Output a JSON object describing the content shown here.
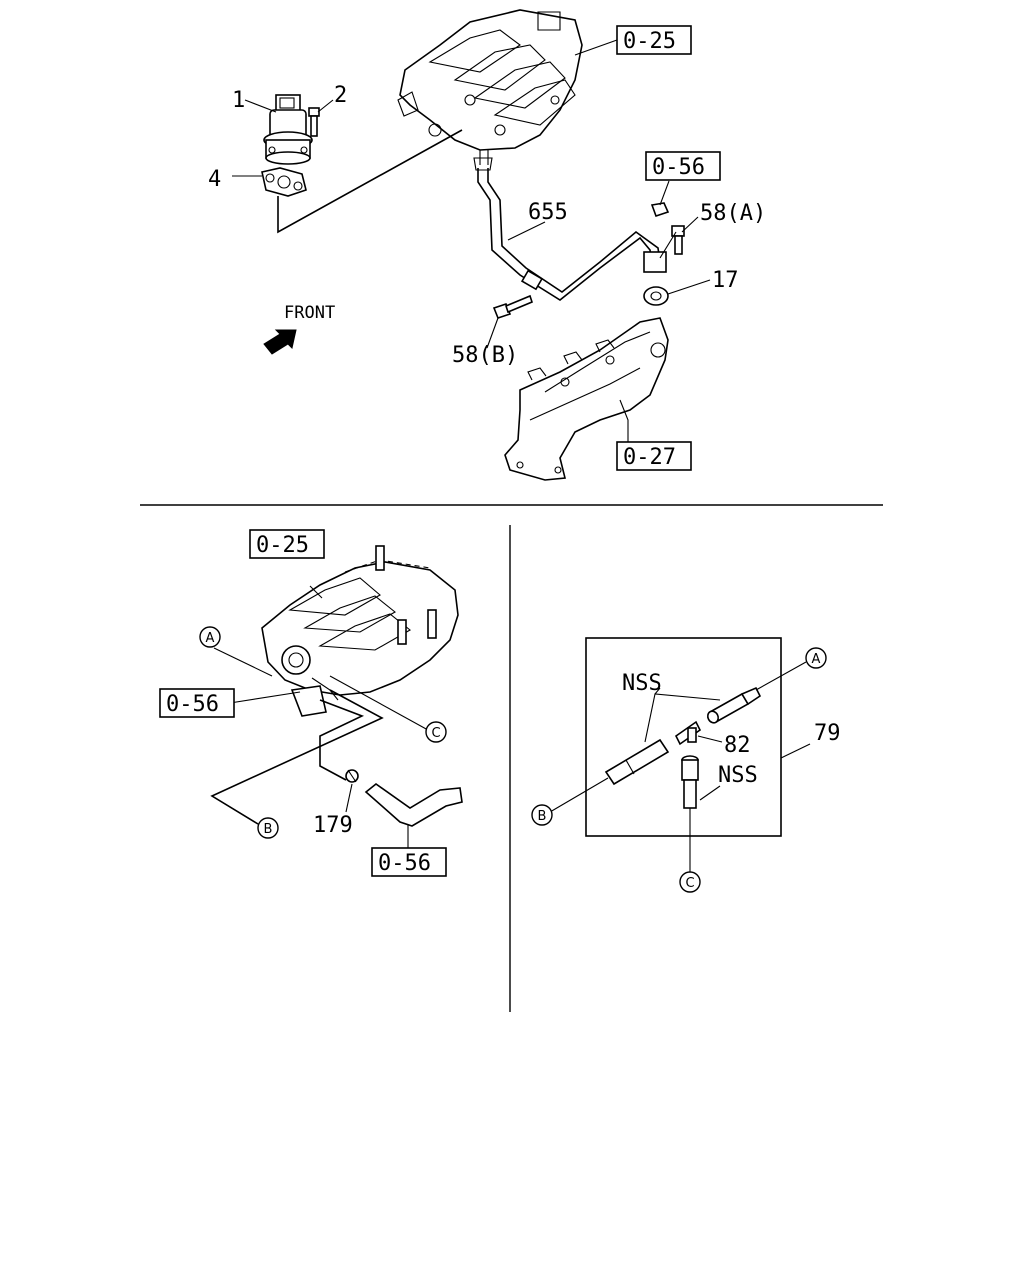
{
  "top_section": {
    "callouts": {
      "c1": "1",
      "c2": "2",
      "c4": "4",
      "c655": "655",
      "c58a": "58(A)",
      "c17": "17",
      "c58b": "58(B)"
    },
    "refs": {
      "r025": "0-25",
      "r056": "0-56",
      "r027": "0-27"
    },
    "front_label": "FRONT"
  },
  "bottom_left": {
    "refs": {
      "r025": "0-25",
      "r056a": "0-56",
      "r056b": "0-56"
    },
    "callouts": {
      "c179": "179"
    },
    "circles": {
      "a": "A",
      "b": "B",
      "c": "C"
    }
  },
  "bottom_right": {
    "callouts": {
      "nss1": "NSS",
      "nss2": "NSS",
      "c82": "82",
      "c79": "79"
    },
    "circles": {
      "a": "A",
      "b": "B",
      "c": "C"
    }
  }
}
